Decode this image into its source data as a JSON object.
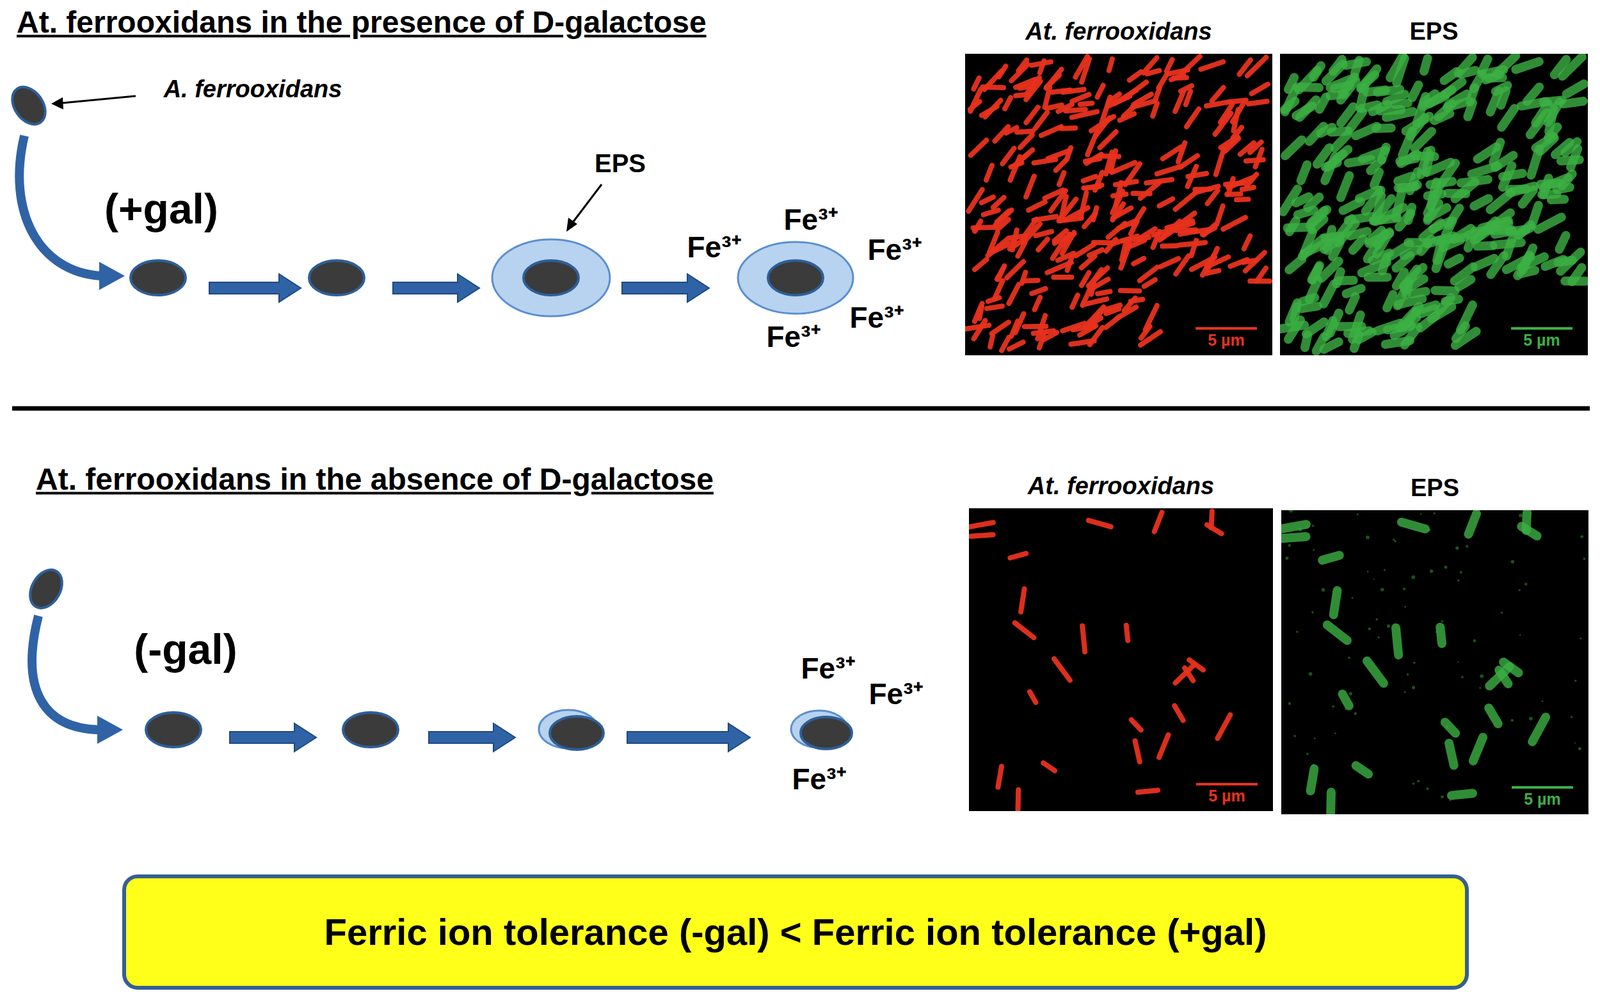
{
  "diagram": {
    "nodes": [
      {
        "text": [
          "At. ferrooxidans",
          "5 µm"
        ]
      },
      {
        "text": [
          "EPS",
          "5 µm"
        ]
      },
      {
        "text": [
          "At. ferrooxidans",
          "5 µm"
        ]
      },
      {
        "text": [
          "EPS",
          "5 µm"
        ]
      },
      {
        "text": [
          "Ferric ion tolerance (-gal) < Ferric ion tolerance (+gal)"
        ]
      }
    ],
    "labels": [
      "At. ferrooxidans in the presence of D-galactose",
      "A. ferrooxidans",
      "(+gal)",
      "EPS",
      "Fe³⁺",
      "Fe³⁺",
      "Fe³⁺",
      "Fe³⁺",
      "Fe³⁺",
      "At. ferrooxidans in the absence of D-galactose",
      "(-gal)",
      "Fe³⁺",
      "Fe³⁺",
      "Fe³⁺"
    ]
  }
}
